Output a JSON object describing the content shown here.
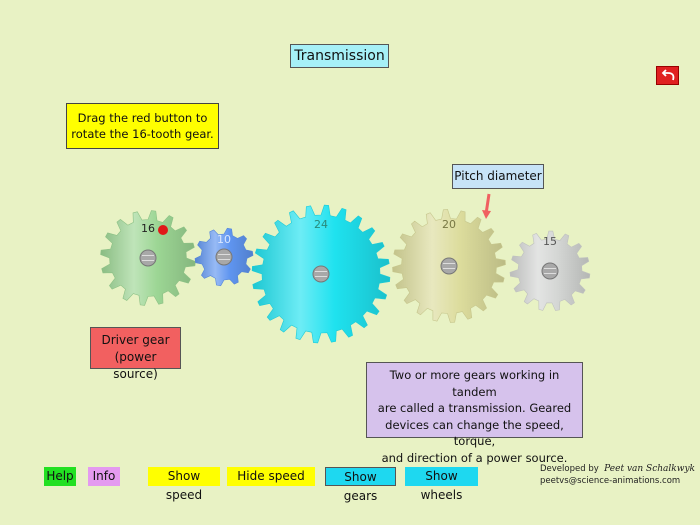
{
  "title": "Transmission",
  "instruction": [
    "Drag the red button to",
    "rotate the 16-tooth gear."
  ],
  "pitch_label": "Pitch diameter",
  "driver_label": [
    "Driver gear",
    "(power source)"
  ],
  "description": [
    "Two or more gears working in tandem",
    "are called a transmission. Geared",
    "devices can change the speed, torque,",
    "and direction of a power source."
  ],
  "gears": [
    {
      "teeth": 16,
      "label": "16",
      "color": "#9cd694",
      "label_color": "#222222"
    },
    {
      "teeth": 10,
      "label": "10",
      "color": "#5f95f0",
      "label_color": "#d8e6ff"
    },
    {
      "teeth": 24,
      "label": "24",
      "color": "#1fe2ef",
      "label_color": "#2a8a7a"
    },
    {
      "teeth": 20,
      "label": "20",
      "color": "#dcdc9c",
      "label_color": "#777744"
    },
    {
      "teeth": 15,
      "label": "15",
      "color": "#d4d6d4",
      "label_color": "#555555"
    }
  ],
  "buttons": {
    "help": "Help",
    "info": "Info",
    "show_speed": "Show speed",
    "hide_speed": "Hide speed",
    "show_gears": "Show gears",
    "show_wheels": "Show wheels"
  },
  "credit": {
    "developed_by": "Developed by",
    "author": "Peet van Schalkwyk",
    "email": "peetvs@science-animations.com"
  },
  "colors": {
    "background": "#e8f2c4",
    "red_button": "#e01818",
    "pitch_arrow": "#f06060"
  },
  "icons": {
    "back": "back-arrow-icon",
    "drag_handle": "red-dot",
    "pitch_arrow": "down-arrow-icon"
  }
}
